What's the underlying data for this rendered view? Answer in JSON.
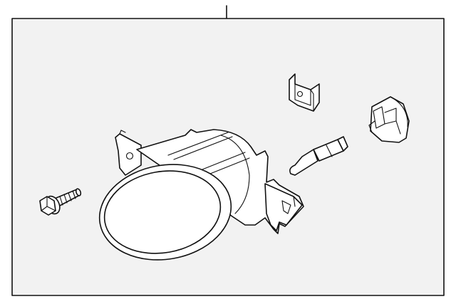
{
  "diagram": {
    "colors": {
      "background": "#ffffff",
      "panel_fill": "#f2f2f2",
      "line": "#111111"
    },
    "parts": [
      {
        "name": "fog-lamp-assembly"
      },
      {
        "name": "mounting-bolt"
      },
      {
        "name": "retaining-clip"
      },
      {
        "name": "bulb"
      },
      {
        "name": "bulb-socket"
      }
    ]
  }
}
